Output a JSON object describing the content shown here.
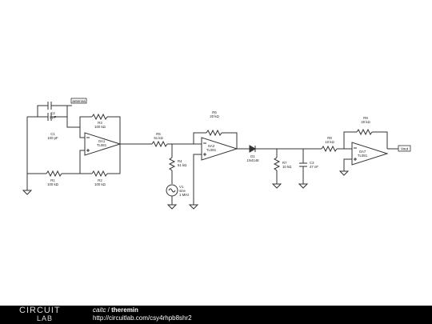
{
  "components": {
    "c2": {
      "ref": "C2",
      "value": "1 pF"
    },
    "c1": {
      "ref": "C1",
      "value": "100 pF"
    },
    "r3": {
      "ref": "R3",
      "value": "100 kΩ"
    },
    "oa1": {
      "ref": "OA1",
      "value": "TL081"
    },
    "r1": {
      "ref": "R1",
      "value": "100 kΩ"
    },
    "r2": {
      "ref": "R2",
      "value": "100 kΩ"
    },
    "r5": {
      "ref": "R5",
      "value": "51 kΩ"
    },
    "r4": {
      "ref": "R4",
      "value": "51 kΩ"
    },
    "v1": {
      "ref": "V1",
      "type": "sine",
      "value": "1 MHz"
    },
    "r6": {
      "ref": "R6",
      "value": "20 kΩ"
    },
    "oa2": {
      "ref": "OA2",
      "value": "TL081"
    },
    "d1": {
      "ref": "D1",
      "value": "1N4148"
    },
    "r7": {
      "ref": "R7",
      "value": "10 kΩ"
    },
    "c3": {
      "ref": "C3",
      "value": "47 nF"
    },
    "r8": {
      "ref": "R8",
      "value": "10 kΩ"
    },
    "r9": {
      "ref": "R9",
      "value": "20 kΩ"
    },
    "oa7": {
      "ref": "OA7",
      "value": "TL081"
    }
  },
  "nets": {
    "antenna": "antenna",
    "vout": "Vout"
  },
  "footer": {
    "logo_top": "CIRCUIT",
    "logo_bottom": "LAB",
    "owner": "caitc",
    "separator": " / ",
    "circuit_name": "theremin",
    "url": "http://circuitlab.com/csy4rhpb8shr2"
  },
  "colors": {
    "wire": "#333333",
    "footer_bg": "#000000",
    "footer_text": "#ffffff"
  }
}
